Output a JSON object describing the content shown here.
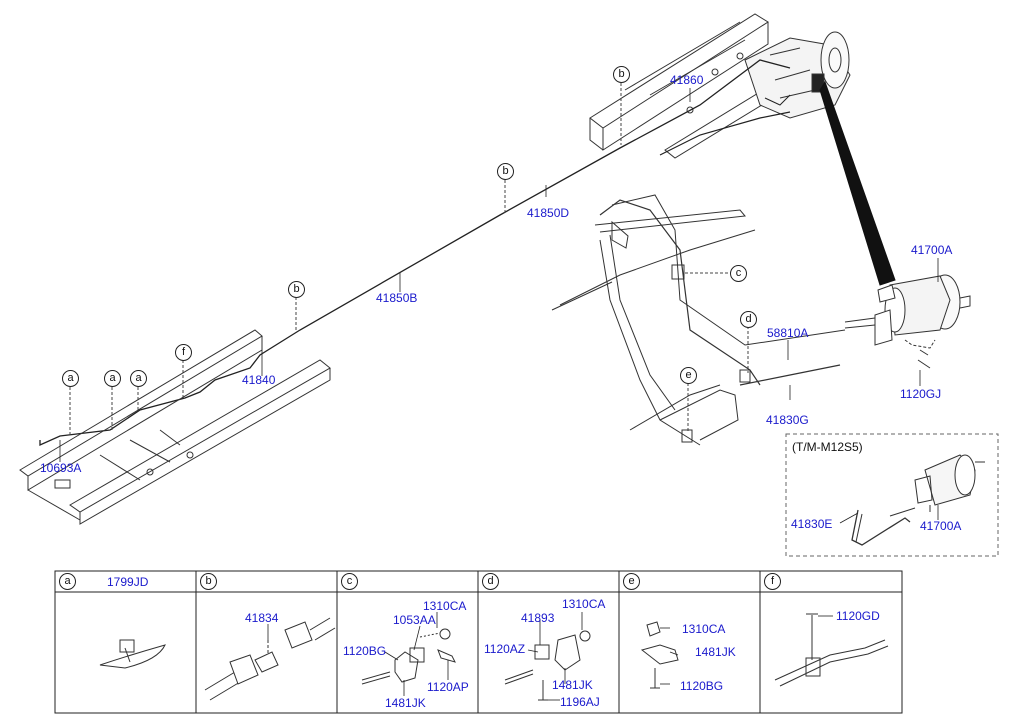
{
  "variant_box_label": "(T/M-M12S5)",
  "main_labels": {
    "p41860": "41860",
    "p41850D": "41850D",
    "p41850B": "41850B",
    "p41840": "41840",
    "p10693A": "10693A",
    "p41700A": "41700A",
    "p58810A": "58810A",
    "p41830G": "41830G",
    "p1120GJ": "1120GJ",
    "p41830E": "41830E",
    "p41700A_inset": "41700A"
  },
  "callouts": {
    "b1": "b",
    "b2": "b",
    "b3": "b",
    "a1": "a",
    "a2": "a",
    "a3": "a",
    "f1": "f",
    "c1": "c",
    "d1": "d",
    "e1": "e"
  },
  "table": {
    "cells": [
      {
        "letter": "a",
        "header_part": "1799JD",
        "parts": []
      },
      {
        "letter": "b",
        "header_part": "",
        "parts": [
          "41834"
        ]
      },
      {
        "letter": "c",
        "header_part": "",
        "parts": [
          "1310CA",
          "1053AA",
          "1120BG",
          "1120AP",
          "1481JK"
        ]
      },
      {
        "letter": "d",
        "header_part": "",
        "parts": [
          "1310CA",
          "41893",
          "1120AZ",
          "1481JK",
          "1196AJ"
        ]
      },
      {
        "letter": "e",
        "header_part": "",
        "parts": [
          "1310CA",
          "1481JK",
          "1120BG"
        ]
      },
      {
        "letter": "f",
        "header_part": "",
        "parts": [
          "1120GD"
        ]
      }
    ]
  }
}
